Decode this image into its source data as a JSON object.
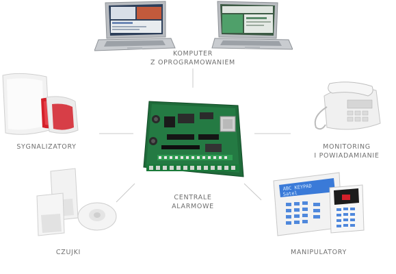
{
  "nodes": {
    "computer": {
      "lines": [
        "KOMPUTER",
        "Z OPROGRAMOWANIEM"
      ]
    },
    "signaling": {
      "lines": [
        "SYGNALIZATORY"
      ]
    },
    "center": {
      "lines": [
        "CENTRALE",
        "ALARMOWE"
      ]
    },
    "monitoring": {
      "lines": [
        "MONITORING",
        "I POWIADAMIANIE"
      ]
    },
    "detectors": {
      "lines": [
        "CZUJKI"
      ]
    },
    "keypads": {
      "lines": [
        "MANIPULATORY"
      ]
    }
  },
  "keypad_display": {
    "line1": "ABC KEYPAD",
    "line2": "Satel"
  },
  "colors": {
    "label": "#6f6f6f",
    "connector": "#c8c8c8",
    "pcb": "#1f6b3a",
    "siren_red": "#d4202a",
    "lcd_blue": "#3a7ad8"
  }
}
